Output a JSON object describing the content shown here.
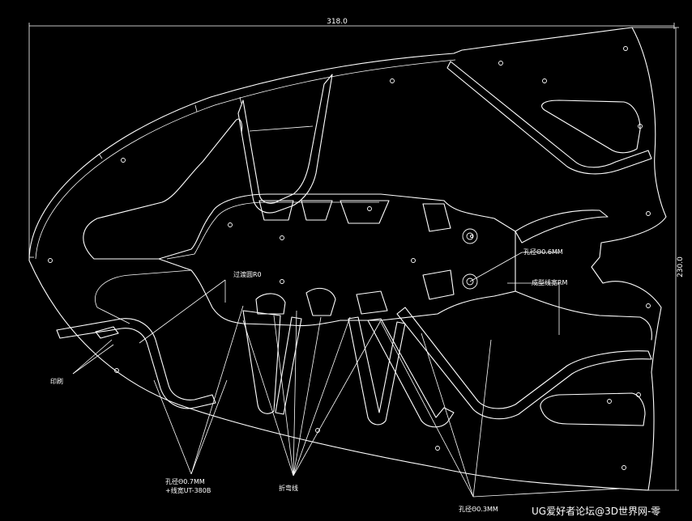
{
  "drawing": {
    "dim_width": "318.0",
    "dim_height": "230.0",
    "labels": {
      "top_hole_dim": "孔径Θ0.6MM",
      "right_callout": "成型线宽RM",
      "mid_callout": "过渡圆R0",
      "print": "印刷",
      "left_bottom_1": "孔径Θ0.7MM",
      "left_bottom_2": "+线宽UT-380B",
      "center_bottom": "折弯线",
      "right_bottom": "孔径Θ0.3MM"
    },
    "watermark": "UG爱好者论坛@3D世界网-零"
  }
}
